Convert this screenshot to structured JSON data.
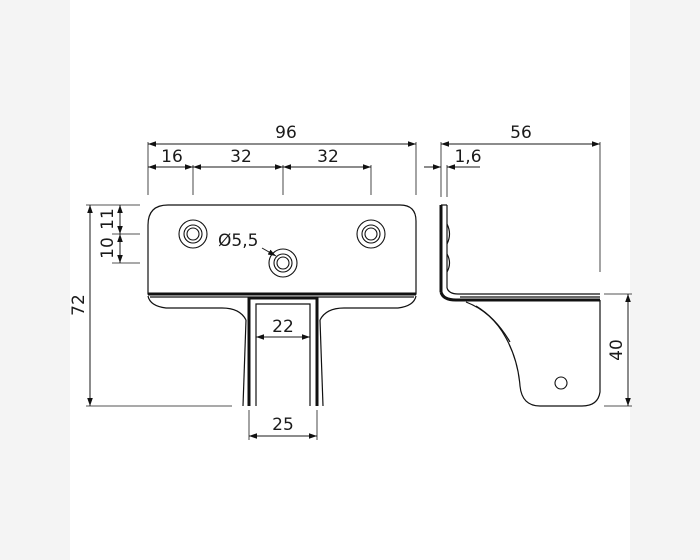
{
  "front_view": {
    "overall_width": "96",
    "hole_offset": "16",
    "pitch_1": "32",
    "pitch_2": "32",
    "dim_11": "11",
    "dim_10": "10",
    "overall_height": "72",
    "hole_diameter": "Ø5,5",
    "inner_width": "22",
    "outer_width": "25"
  },
  "side_view": {
    "overall_depth": "56",
    "thickness": "1,6",
    "leg_height": "40"
  },
  "colors": {
    "line": "#111111",
    "side_band": "#f4f4f4"
  }
}
